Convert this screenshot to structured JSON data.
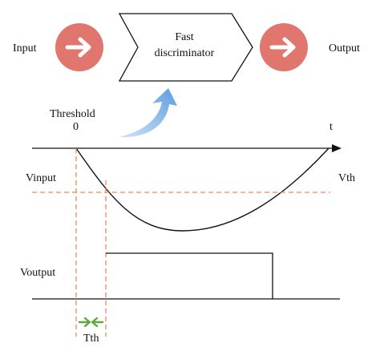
{
  "labels": {
    "input": "Input",
    "output": "Output",
    "box_line1": "Fast",
    "box_line2": "discriminator",
    "threshold": "Threshold",
    "zero": "0",
    "t": "t",
    "vinput": "Vinput",
    "vth": "Vth",
    "voutput": "Voutput",
    "tth": "Tth"
  },
  "icons": {
    "input_arrow": "right-arrow-circle-icon",
    "output_arrow": "right-arrow-circle-icon",
    "trigger_arrow": "curved-up-arrow-icon",
    "tth_arrows": "inward-arrows-icon"
  },
  "colors": {
    "circle": "#e0766e",
    "dashed": "#f0894e",
    "tth_arrows": "#5daa3c",
    "curved_arrow": "#6aa8e4",
    "line": "#111111"
  }
}
